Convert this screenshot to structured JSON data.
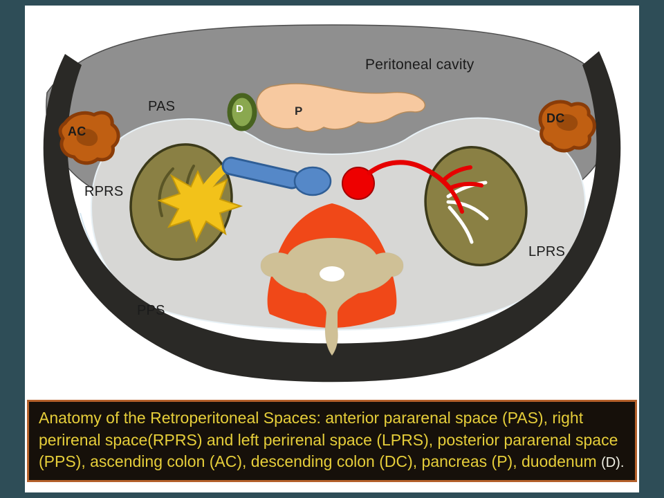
{
  "page": {
    "background": "#2e4d57",
    "slide_background": "#ffffff"
  },
  "diagram": {
    "labels": {
      "peritoneal_cavity": "Peritoneal cavity",
      "pas": "PAS",
      "ac": "AC",
      "d": "D",
      "p": "P",
      "dc": "DC",
      "rprs": "RPRS",
      "lprs": "LPRS",
      "pps": "PPS"
    },
    "colors": {
      "body": "#2a2926",
      "cavity_gray": "#8f8f8f",
      "perirenal_gray": "#d7d7d5",
      "fascia_line": "#e8f1f6",
      "kidney": "#8a8044",
      "kidney_outline": "#3c3a1a",
      "pancreas": "#f7c9a0",
      "duodenum_fill": "#8aa84f",
      "duodenum_rim": "#48631f",
      "colon_fill": "#c05f12",
      "colon_rim": "#8a3c08",
      "colon_blotch": "#9a4a0c",
      "vein": "#5588c8",
      "vein_dark": "#2f5e96",
      "artery": "#e60000",
      "aorta": "#ee0000",
      "psoas": "#f04818",
      "vertebra": "#cfc096",
      "spinal_canal": "#ffffff",
      "collecting_yellow": "#f2c21a"
    }
  },
  "caption": {
    "main": "Anatomy of the Retroperitoneal Spaces: anterior pararenal space (PAS), right perirenal space(RPRS) and left perirenal space (LPRS), posterior pararenal space (PPS), ascending colon (AC), descending colon (DC), pancreas (P), duodenum ",
    "suffix": "(D)."
  }
}
